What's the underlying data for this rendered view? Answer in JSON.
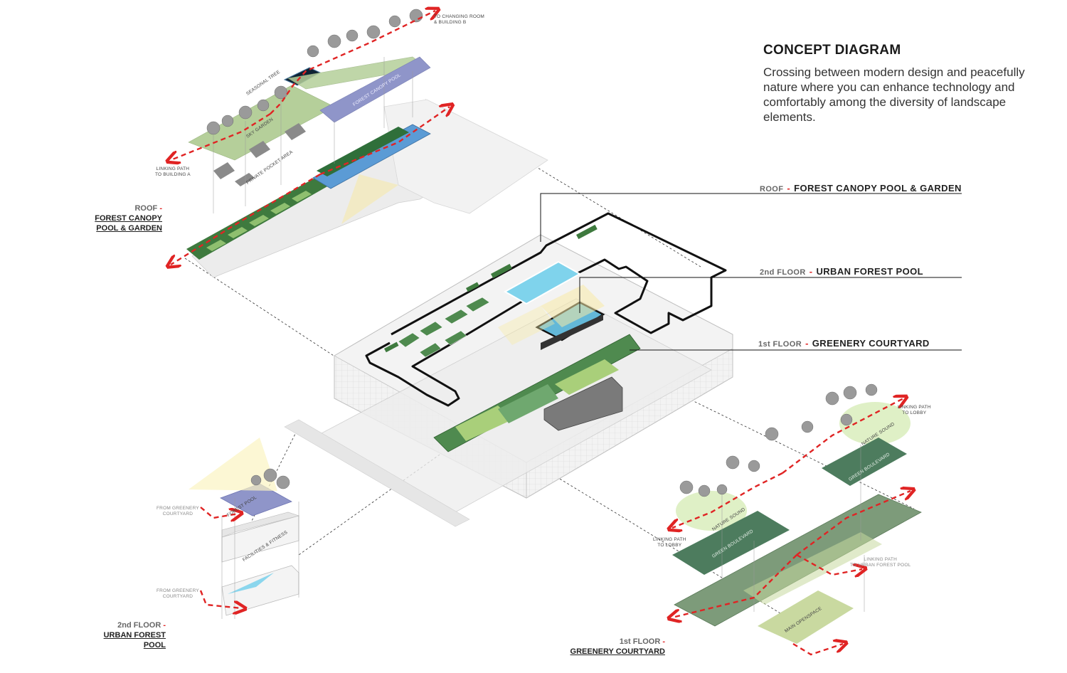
{
  "concept": {
    "title": "CONCEPT DIAGRAM",
    "description": "Crossing between modern design and peacefully nature where you can enhance technology and comfortably among the diversity of landscape elements."
  },
  "levels": {
    "roof": {
      "prefix": "ROOF",
      "dash": "-",
      "name": "FOREST CANOPY POOL & GARDEN"
    },
    "second": {
      "prefix": "2nd FLOOR",
      "dash": "-",
      "name": "URBAN FOREST POOL"
    },
    "first": {
      "prefix": "1st FLOOR",
      "dash": "-",
      "name": "GREENERY COURTYARD"
    }
  },
  "side_labels": {
    "roof": {
      "prefix": "ROOF",
      "dash": "-",
      "line1": "FOREST CANOPY",
      "line2": "POOL & GARDEN"
    },
    "second": {
      "prefix": "2nd FLOOR",
      "dash": "-",
      "line1": "URBAN FOREST",
      "line2": "POOL"
    },
    "first": {
      "prefix": "1st FLOOR",
      "dash": "-",
      "line1": "GREENERY COURTYARD"
    }
  },
  "roof_annotations": {
    "to_changing_room_1": "TO CHANGING ROOM",
    "to_changing_room_2": "& BUILDING B",
    "seasonal_tree": "SEASONAL TREE",
    "sky_garden": "SKY GARDEN",
    "forest_canopy_pool": "FOREST CANOPY POOL",
    "private_pocket_area": "PRIVATE POCKET AREA",
    "linking_path_1": "LINKING PATH",
    "linking_path_2": "TO BUILDING A"
  },
  "second_annotations": {
    "forest_pool": "FOREST POOL",
    "facilities": "FACILITIES & FITNESS",
    "from_courtyard_1": "FROM GREENERY",
    "from_courtyard_2": "COURTYARD"
  },
  "first_annotations": {
    "linking_lobby_1": "LINKING PATH",
    "linking_lobby_2": "TO LOBBY",
    "nature_sound": "NATURE SOUND",
    "green_boulevard": "GREEN BOULEVARD",
    "urban_pool_1": "LINKING PATH",
    "urban_pool_2": "TO URBAN FOREST POOL",
    "main_openspace": "MAIN OPENSPACE"
  },
  "colors": {
    "path_red": "#e02424",
    "pool_blue": "#5b9bd5",
    "pool_light": "#7fd3ec",
    "garden_green": "#b5cf9a",
    "dark_green": "#4d7c5e",
    "planter_green": "#3e7a3e",
    "accent_purple": "#8f95c9",
    "outline": "#111111"
  }
}
